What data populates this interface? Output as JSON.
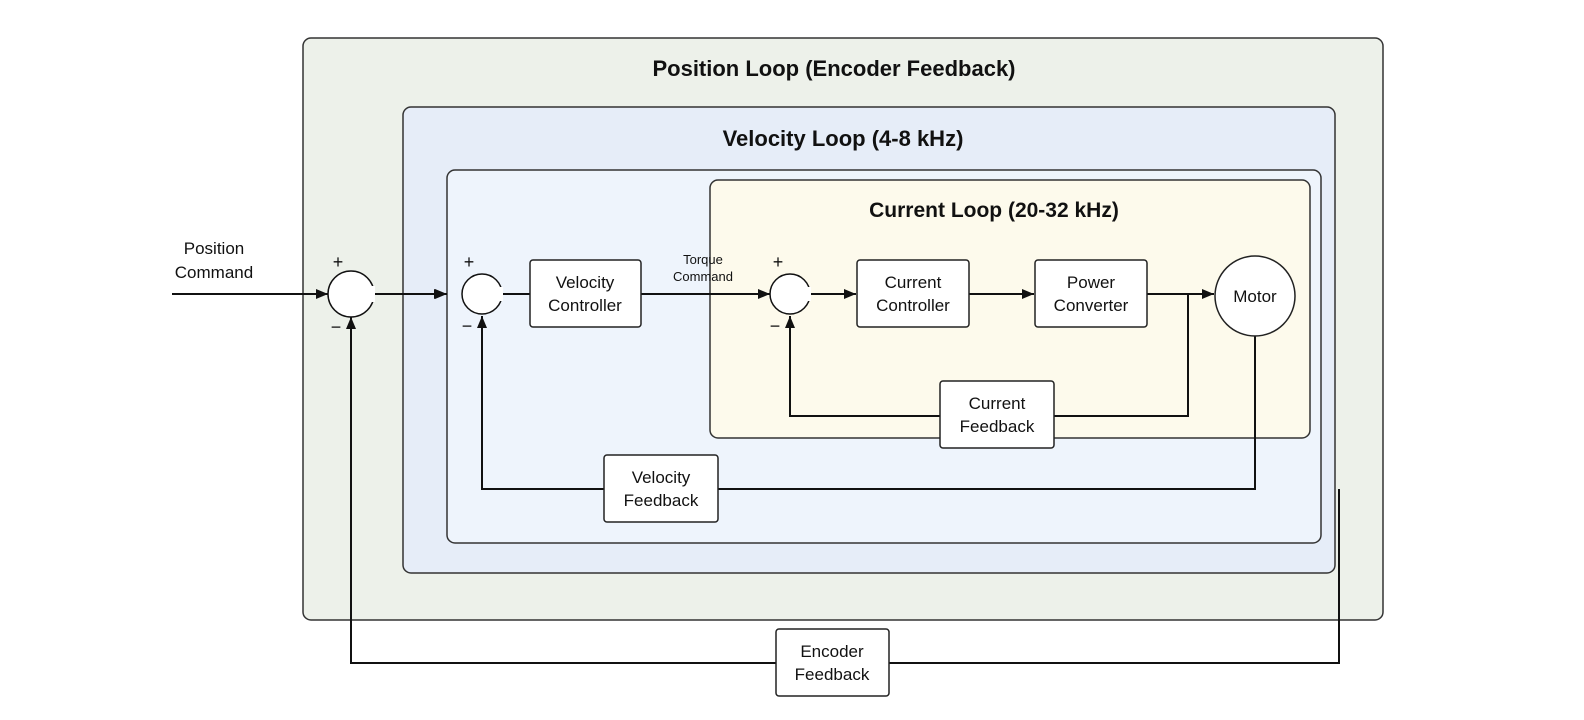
{
  "loops": {
    "position": {
      "title": "Position Loop (Encoder Feedback)",
      "fill": "#edf1ea"
    },
    "velocity": {
      "title": "Velocity Loop (4-8 kHz)",
      "fill": "#e6edf8"
    },
    "velocity_inner": {
      "fill": "#eef4fc"
    },
    "current": {
      "title": "Current Loop (20-32 kHz)",
      "fill": "#fdfaec"
    }
  },
  "input": {
    "line1": "Position",
    "line2": "Command"
  },
  "signals": {
    "torque_line1": "Torque",
    "torque_line2": "Command"
  },
  "blocks": {
    "velocity_controller": {
      "line1": "Velocity",
      "line2": "Controller"
    },
    "current_controller": {
      "line1": "Current",
      "line2": "Controller"
    },
    "power_converter": {
      "line1": "Power",
      "line2": "Converter"
    },
    "motor": {
      "label": "Motor"
    },
    "current_feedback": {
      "line1": "Current",
      "line2": "Feedback"
    },
    "velocity_feedback": {
      "line1": "Velocity",
      "line2": "Feedback"
    },
    "encoder_feedback": {
      "line1": "Encoder",
      "line2": "Feedback"
    }
  },
  "summing": {
    "plus": "+",
    "minus": "−"
  }
}
